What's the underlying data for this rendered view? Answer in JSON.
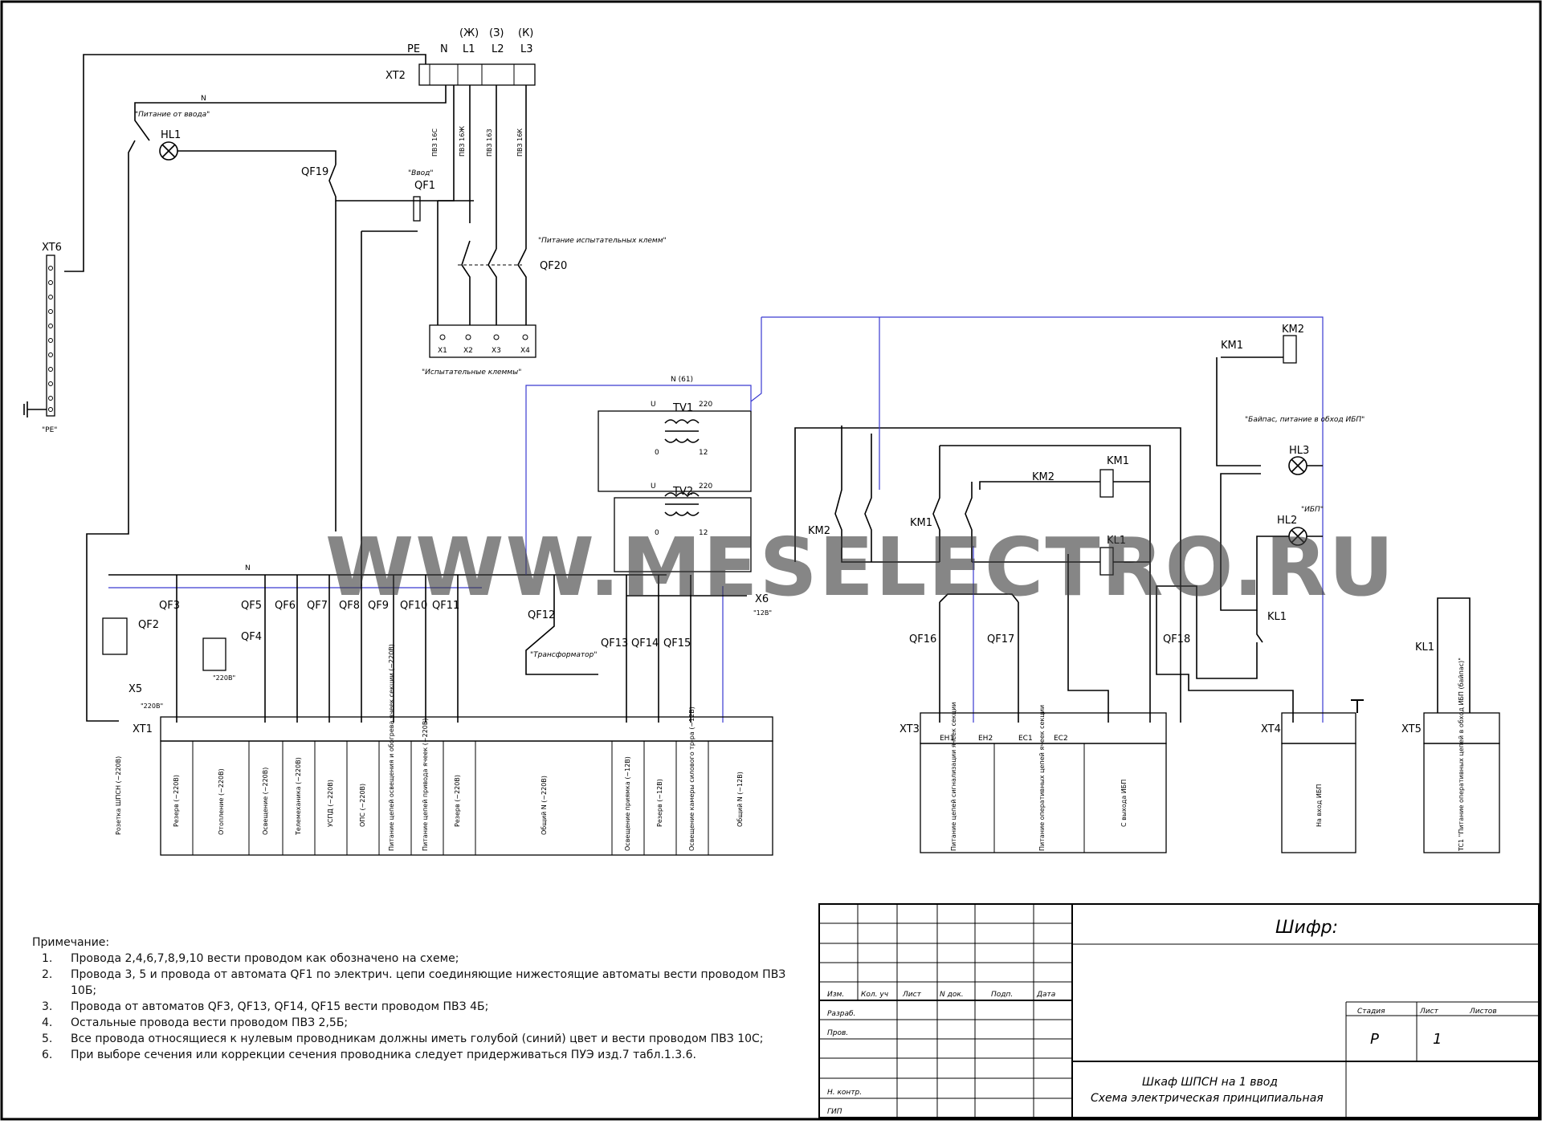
{
  "phase_labels": {
    "pe": "PE",
    "n": "N",
    "l1": "L1",
    "l2": "L2",
    "l3": "L3",
    "l1_color": "(Ж)",
    "l2_color": "(З)",
    "l3_color": "(К)"
  },
  "devices": {
    "xt1": "XT1",
    "xt2": "XT2",
    "xt3": "XT3",
    "xt4": "XT4",
    "xt5": "XT5",
    "xt6": "XT6",
    "hl1": "HL1",
    "hl2": "HL2",
    "hl3": "HL3",
    "qf1": "QF1",
    "qf19": "QF19",
    "qf20": "QF20",
    "qf2": "QF2",
    "qf3": "QF3",
    "qf4": "QF4",
    "qf5": "QF5",
    "qf6": "QF6",
    "qf7": "QF7",
    "qf8": "QF8",
    "qf9": "QF9",
    "qf10": "QF10",
    "qf11": "QF11",
    "qf12": "QF12",
    "qf13": "QF13",
    "qf14": "QF14",
    "qf15": "QF15",
    "qf16": "QF16",
    "qf17": "QF17",
    "qf18": "QF18",
    "tv1": "TV1",
    "tv2": "TV2",
    "km1": "KM1",
    "km2": "KM2",
    "kl1": "KL1",
    "x5": "X5",
    "x6": "X6"
  },
  "captions": {
    "hl1_caption": "\"Питание от ввода\"",
    "qf1_caption": "\"Ввод\"",
    "qf20_caption": "\"Питание испытательных клемм\"",
    "test_terminals": "\"Испытательные клеммы\"",
    "transformer": "\"Трансформатор\"",
    "bypass": "\"Байпас, питание в обход ИБП\"",
    "ups": "\"ИБП\"",
    "pe_terminal": "\"PE\"",
    "v220": "\"220В\"",
    "v12": "\"12В\""
  },
  "test_terminal_labels": [
    "X1",
    "X2",
    "X3",
    "X4"
  ],
  "xt1_circuits": [
    "Розетка ШПСН (~220В)",
    "Резерв (~220В)",
    "Отопление (~220В)",
    "Освещение (~220В)",
    "Телемеханика (~220В)",
    "УСПД (~220В)",
    "ОПС (~220В)",
    "Питание цепей освещения и обогрева ячеек секции (~220В)",
    "Питание цепей привода ячеек (~220В)",
    "Резерв (~220В)",
    "Общий N (~220В)",
    "Освещение приямка (~12В)",
    "Резерв (~12В)",
    "Освещение камеры силового тр-ра (~12В)",
    "Общий N (~12В)"
  ],
  "xt3_circuits": [
    "Питание цепей сигнализации ячеек секции",
    "Питание оперативных цепей ячеек секции",
    "С выхода ИБП"
  ],
  "xt3_terminals": [
    "EH1",
    "EH2",
    "EC1",
    "EC2"
  ],
  "xt4_circuit": "На вход ИБП",
  "xt5_circuit": "TC1 \"Питание оперативных цепей в обход ИБП (байпас)\"",
  "notes": {
    "title": "Примечание:",
    "items": [
      "Провода 2,4,6,7,8,9,10 вести проводом как обозначено на схеме;",
      "Провода 3, 5 и провода от автомата QF1 по электрич. цепи соединяющие нижестоящие автоматы вести проводом ПВЗ 10Б;",
      "Провода от автоматов QF3, QF13, QF14, QF15 вести проводом ПВЗ 4Б;",
      "Остальные провода вести проводом ПВЗ 2,5Б;",
      "Все провода относящиеся к нулевым проводникам должны иметь голубой (синий) цвет и вести проводом ПВЗ 10С;",
      "При выборе сечения или коррекции сечения проводника следует придерживаться ПУЭ изд.7 табл.1.3.6."
    ]
  },
  "title_block": {
    "code": "Шифр:",
    "col_headers": [
      "Изм.",
      "Кол. уч",
      "Лист",
      "N док.",
      "Подп.",
      "Дата"
    ],
    "rows": [
      "Разраб.",
      "Пров.",
      "Н. контр.",
      "ГИП"
    ],
    "stage_label": "Стадия",
    "sheet_label": "Лист",
    "sheets_label": "Листов",
    "stage": "Р",
    "sheet": "1",
    "title_line1": "Шкаф ШПСН на 1 ввод",
    "title_line2": "Схема электрическая принципиальная"
  },
  "watermark": "WWW.MESELECTRO.RU"
}
